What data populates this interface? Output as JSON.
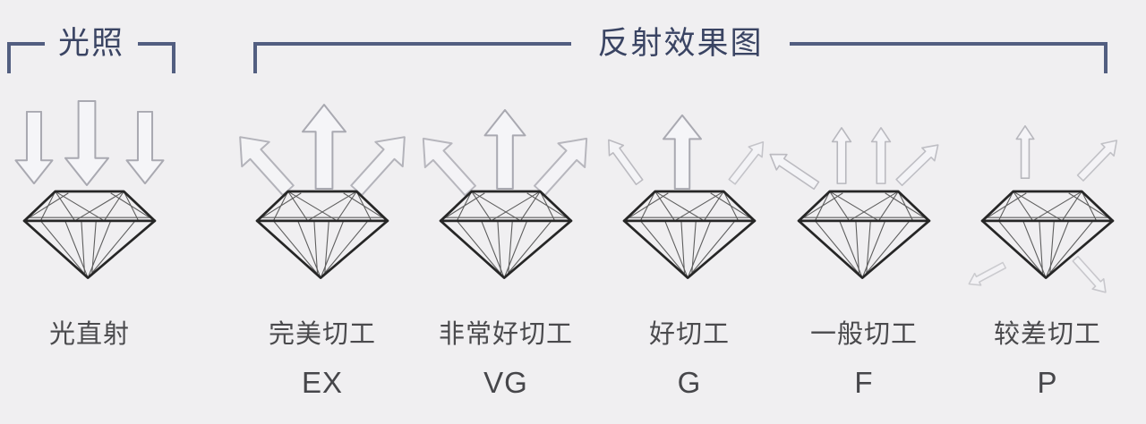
{
  "background": "#f0eff1",
  "header": {
    "left_title": "光照",
    "right_title": "反射效果图"
  },
  "columns": [
    {
      "id": "direct-light",
      "label": "光直射",
      "grade": "",
      "arrows": [
        "down",
        "down",
        "down"
      ]
    },
    {
      "id": "perfect-cut",
      "label": "完美切工",
      "grade": "EX",
      "arrows": [
        "up-left",
        "up-large",
        "up-right"
      ]
    },
    {
      "id": "very-good-cut",
      "label": "非常好切工",
      "grade": "VG",
      "arrows": [
        "up-left",
        "up-large",
        "up-right"
      ]
    },
    {
      "id": "good-cut",
      "label": "好切工",
      "grade": "G",
      "arrows": [
        "up-left-small",
        "up-medium",
        "up-right-small"
      ]
    },
    {
      "id": "fair-cut",
      "label": "一般切工",
      "grade": "F",
      "arrows": [
        "up-left-small",
        "up-small",
        "up-small",
        "up-right-small"
      ]
    },
    {
      "id": "poor-cut",
      "label": "较差切工",
      "grade": "P",
      "arrows": [
        "up-small",
        "up-right-small",
        "down-left-leak",
        "down-right-leak"
      ]
    }
  ],
  "colors": {
    "bracket": "#525e80",
    "header_text": "#3a4463",
    "label_text": "#4a4a4d",
    "grade_text": "#46464a",
    "arrow_fill": "#f5f5f8",
    "arrow_stroke": "#a9a9b1",
    "diamond_outline": "#262626",
    "diamond_facets": "#5e5e5e"
  }
}
